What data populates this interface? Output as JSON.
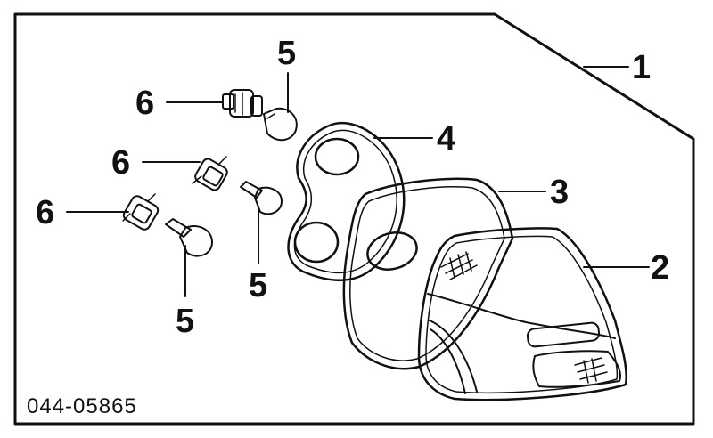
{
  "diagram": {
    "part_number": "044-05865",
    "callouts": {
      "c1": "1",
      "c2": "2",
      "c3": "3",
      "c4": "4",
      "c5a": "5",
      "c5b": "5",
      "c5c": "5",
      "c6a": "6",
      "c6b": "6",
      "c6c": "6"
    }
  }
}
